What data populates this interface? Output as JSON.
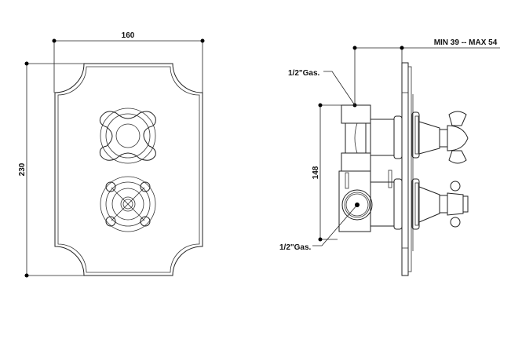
{
  "front_view": {
    "width_dimension": "160",
    "height_dimension": "230"
  },
  "side_view": {
    "depth_dimension": "MIN 39 -- MAX 54",
    "inlet_spacing_dimension": "148",
    "upper_connection_label": "1/2\"Gas.",
    "lower_connection_label": "1/2\"Gas."
  }
}
